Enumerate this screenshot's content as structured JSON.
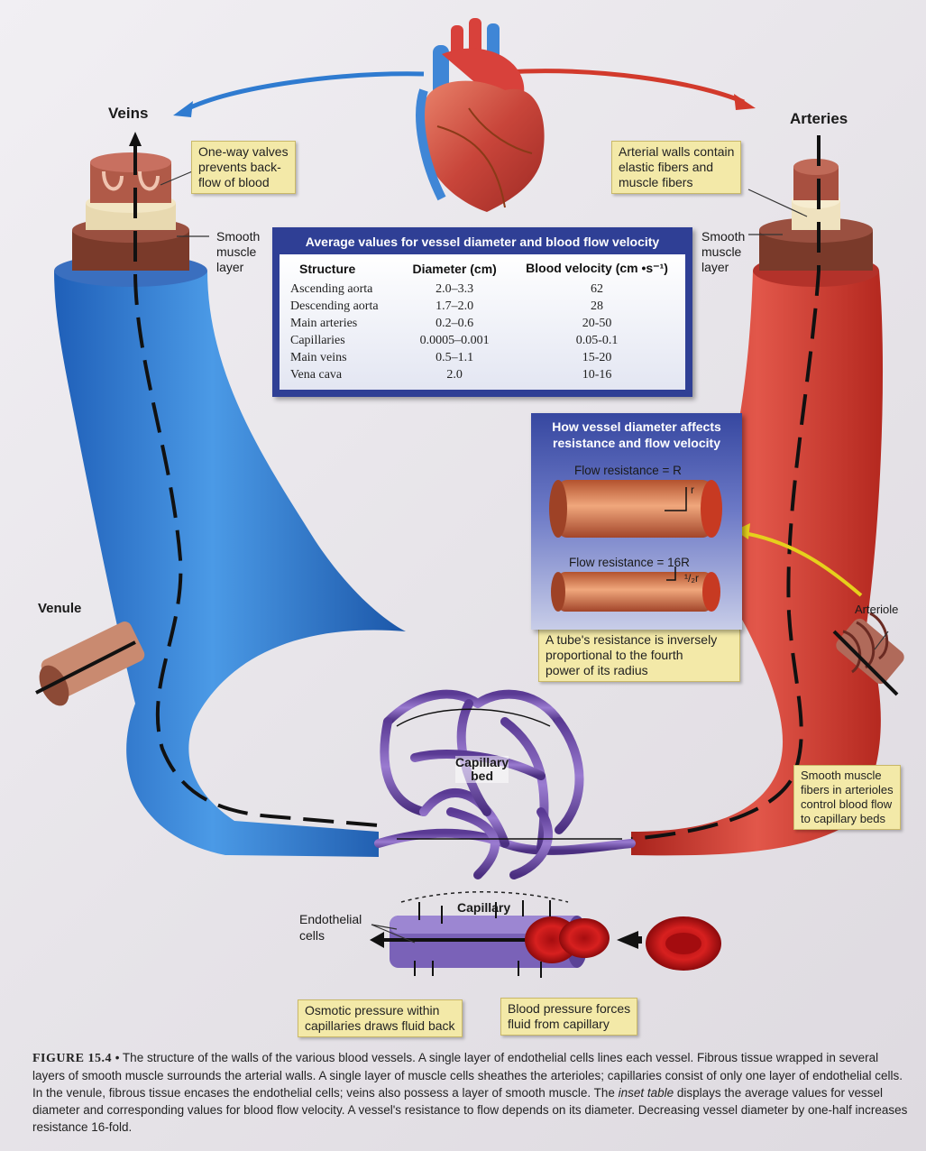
{
  "labels": {
    "veins": "Veins",
    "arteries": "Arteries",
    "smooth_muscle_left": "Smooth\nmuscle\nlayer",
    "smooth_muscle_right": "Smooth\nmuscle\nlayer",
    "venule": "Venule",
    "arteriole": "Arteriole",
    "capillary_bed": "Capillary\nbed",
    "capillary": "Capillary",
    "endothelial_cells": "Endothelial\ncells"
  },
  "callouts": {
    "valves": "One-way valves\nprevents back-\nflow of blood",
    "arterial_walls": "Arterial walls contain\nelastic fibers and\nmuscle fibers",
    "tube_resistance": "A tube's resistance is inversely\nproportional to the fourth\npower of its radius",
    "smooth_muscle_fibers": "Smooth muscle\nfibers in arterioles\ncontrol blood flow\nto capillary beds",
    "osmotic": "Osmotic pressure within\ncapillaries draws fluid back",
    "blood_pressure": "Blood pressure forces\nfluid from capillary"
  },
  "table": {
    "title": "Average values for vessel diameter and blood flow velocity",
    "headers": [
      "Structure",
      "Diameter (cm)",
      "Blood velocity (cm •s⁻¹)"
    ],
    "rows": [
      [
        "Ascending aorta",
        "2.0–3.3",
        "62"
      ],
      [
        "Descending aorta",
        "1.7–2.0",
        "28"
      ],
      [
        "Main arteries",
        "0.2–0.6",
        "20-50"
      ],
      [
        "Capillaries",
        "0.0005–0.001",
        "0.05-0.1"
      ],
      [
        "Main veins",
        "0.5–1.1",
        "15-20"
      ],
      [
        "Vena cava",
        "2.0",
        "10-16"
      ]
    ]
  },
  "resistance_box": {
    "title": "How vessel diameter affects\nresistance and flow velocity",
    "flow1": "Flow resistance = R",
    "radius1": "r",
    "flow2": "Flow resistance = 16R",
    "radius2": "¹/₂r"
  },
  "caption": {
    "figure": "FIGURE 15.4",
    "text": " • The structure of the walls of the various blood vessels. A single layer of endothelial cells lines each vessel. Fibrous tissue wrapped in several layers of smooth muscle surrounds the arterial walls. A single layer of muscle cells sheathes the arterioles; capillaries consist of only one layer of endothelial cells. In the venule, fibrous tissue encases the endothelial cells; veins also possess a layer of smooth muscle. The ",
    "italic": "inset table",
    "text2": " displays the average values for vessel diameter and corresponding values for blood flow velocity. A vessel's resistance to flow depends on its diameter. Decreasing vessel diameter by one-half increases resistance 16-fold."
  },
  "colors": {
    "vein_blue": "#2f7bd0",
    "artery_red": "#d23a2c",
    "capillary_purple": "#8a4aa8",
    "callout_yellow": "#f3e9a8",
    "table_navy": "#2f3f95"
  }
}
